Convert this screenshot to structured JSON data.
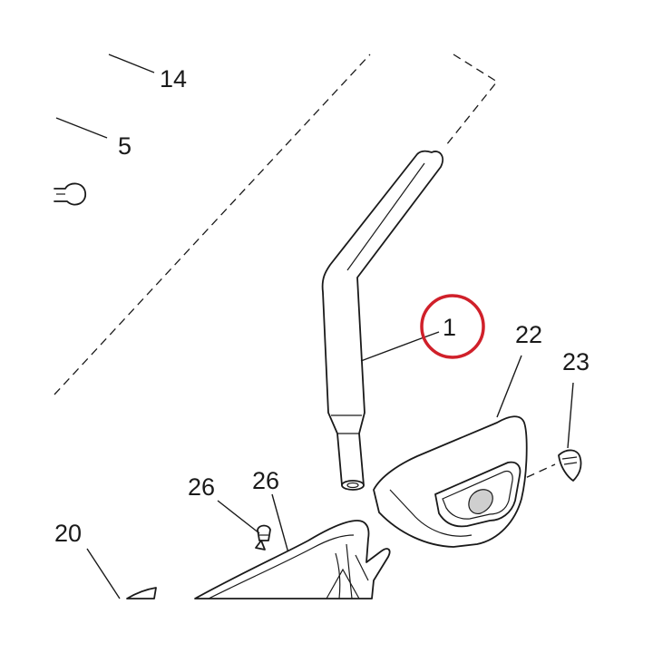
{
  "callouts": [
    {
      "id": "14",
      "label": "14"
    },
    {
      "id": "5",
      "label": "5"
    },
    {
      "id": "1",
      "label": "1"
    },
    {
      "id": "22",
      "label": "22"
    },
    {
      "id": "23",
      "label": "23"
    },
    {
      "id": "26a",
      "label": "26"
    },
    {
      "id": "26b",
      "label": "26"
    },
    {
      "id": "20",
      "label": "20"
    }
  ],
  "highlight": {
    "callout": "1",
    "color": "#d0202a"
  },
  "colors": {
    "line": "#1a1a1a",
    "background": "#ffffff",
    "shade": "#cfcfcf"
  }
}
